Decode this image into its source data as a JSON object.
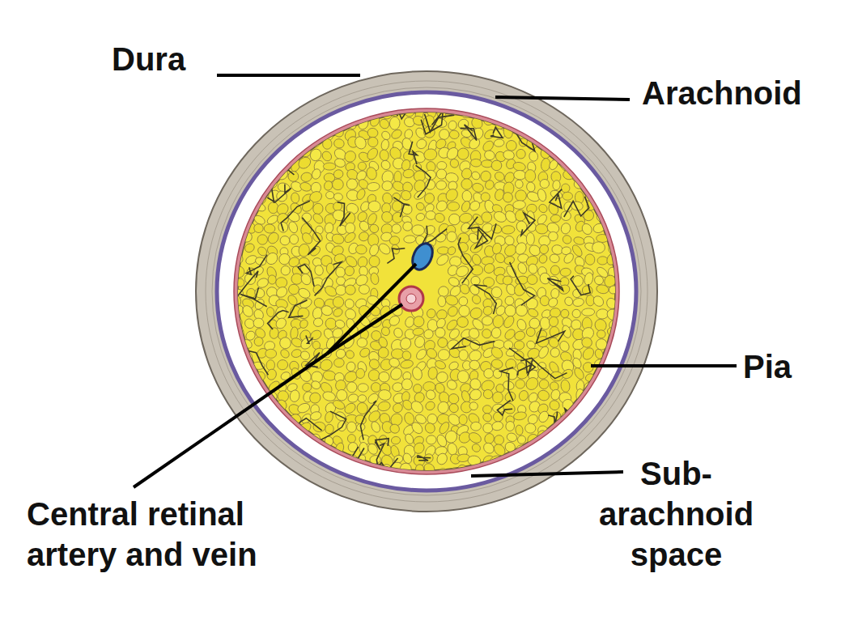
{
  "diagram": {
    "labels": [
      "Dura",
      "Arachnoid",
      "Pia",
      "Sub- arachnoid space",
      "Central retinal artery and vein"
    ]
  }
}
